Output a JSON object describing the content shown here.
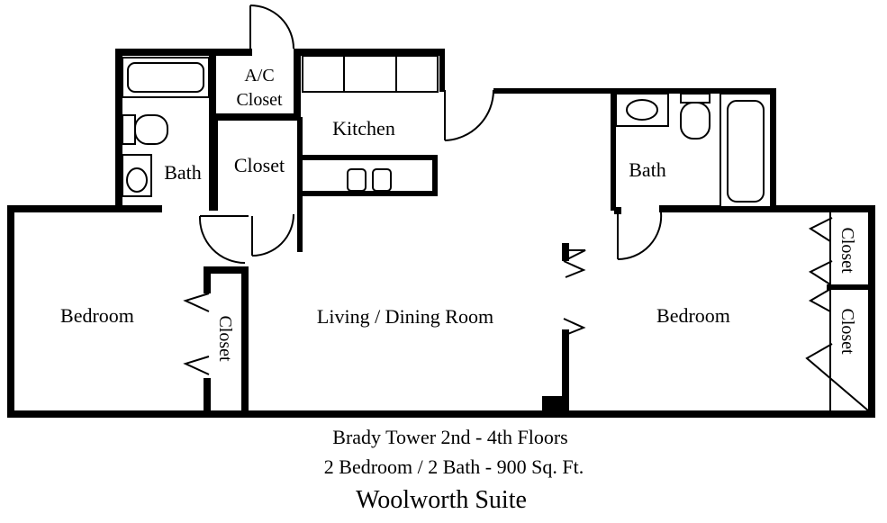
{
  "rooms": {
    "ac_closet_line1": "A/C",
    "ac_closet_line2": "Closet",
    "kitchen": "Kitchen",
    "closet_center": "Closet",
    "bath_left": "Bath",
    "bath_right": "Bath",
    "bedroom_left": "Bedroom",
    "closet_left": "Closet",
    "living": "Living / Dining Room",
    "bedroom_right": "Bedroom",
    "closet_right_top": "Closet",
    "closet_right_bottom": "Closet"
  },
  "caption": {
    "line1": "Brady Tower 2nd - 4th Floors",
    "line2": "2 Bedroom / 2 Bath - 900 Sq. Ft.",
    "title": "Woolworth Suite"
  }
}
